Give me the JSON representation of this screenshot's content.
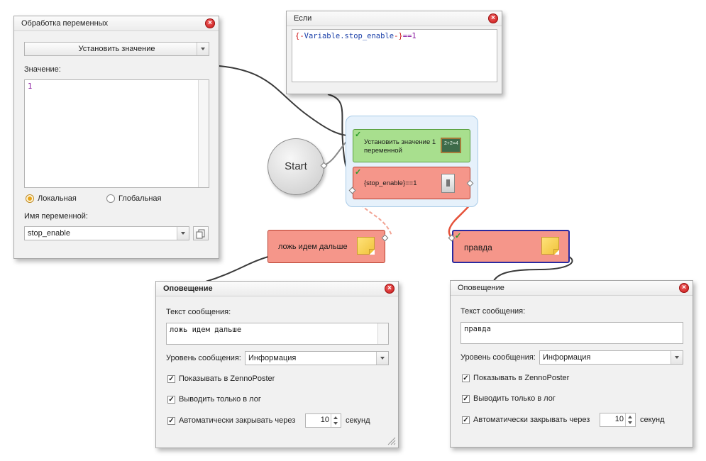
{
  "var_panel": {
    "title": "Обработка переменных",
    "action_value": "Установить значение",
    "value_label": "Значение:",
    "value_text": "1",
    "local_label": "Локальная",
    "global_label": "Глобальная",
    "var_name_label": "Имя переменной:",
    "var_name_value": "stop_enable"
  },
  "if_panel": {
    "title": "Если",
    "expr_open": "{-",
    "expr_var": "Variable.stop_enable",
    "expr_close": "-}",
    "expr_op": "==1"
  },
  "nodes": {
    "start": "Start",
    "set_value": "Установить значение 1 переменной",
    "condition": "{stop_enable}==1",
    "false_branch": "ложь идем дальше",
    "true_branch": "правда"
  },
  "notify_left": {
    "title": "Оповещение",
    "text_label": "Текст сообщения:",
    "text_value": "ложь идем дальше",
    "level_label": "Уровень сообщения:",
    "level_value": "Информация",
    "show_zp": "Показывать в ZennoPoster",
    "log_only": "Выводить только в лог",
    "auto_close": "Автоматически закрывать через",
    "seconds_value": "10",
    "seconds_label": "секунд"
  },
  "notify_right": {
    "title": "Оповещение",
    "text_label": "Текст сообщения:",
    "text_value": "правда",
    "level_label": "Уровень сообщения:",
    "level_value": "Информация",
    "show_zp": "Показывать в ZennoPoster",
    "log_only": "Выводить только в лог",
    "auto_close": "Автоматически закрывать через",
    "seconds_value": "10",
    "seconds_label": "секунд"
  },
  "colors": {
    "green_node": "#a8df8e",
    "red_node": "#f5968a",
    "selection": "#e3f0fb",
    "true_border": "#2a2aa0",
    "link_red": "#e5533b"
  }
}
